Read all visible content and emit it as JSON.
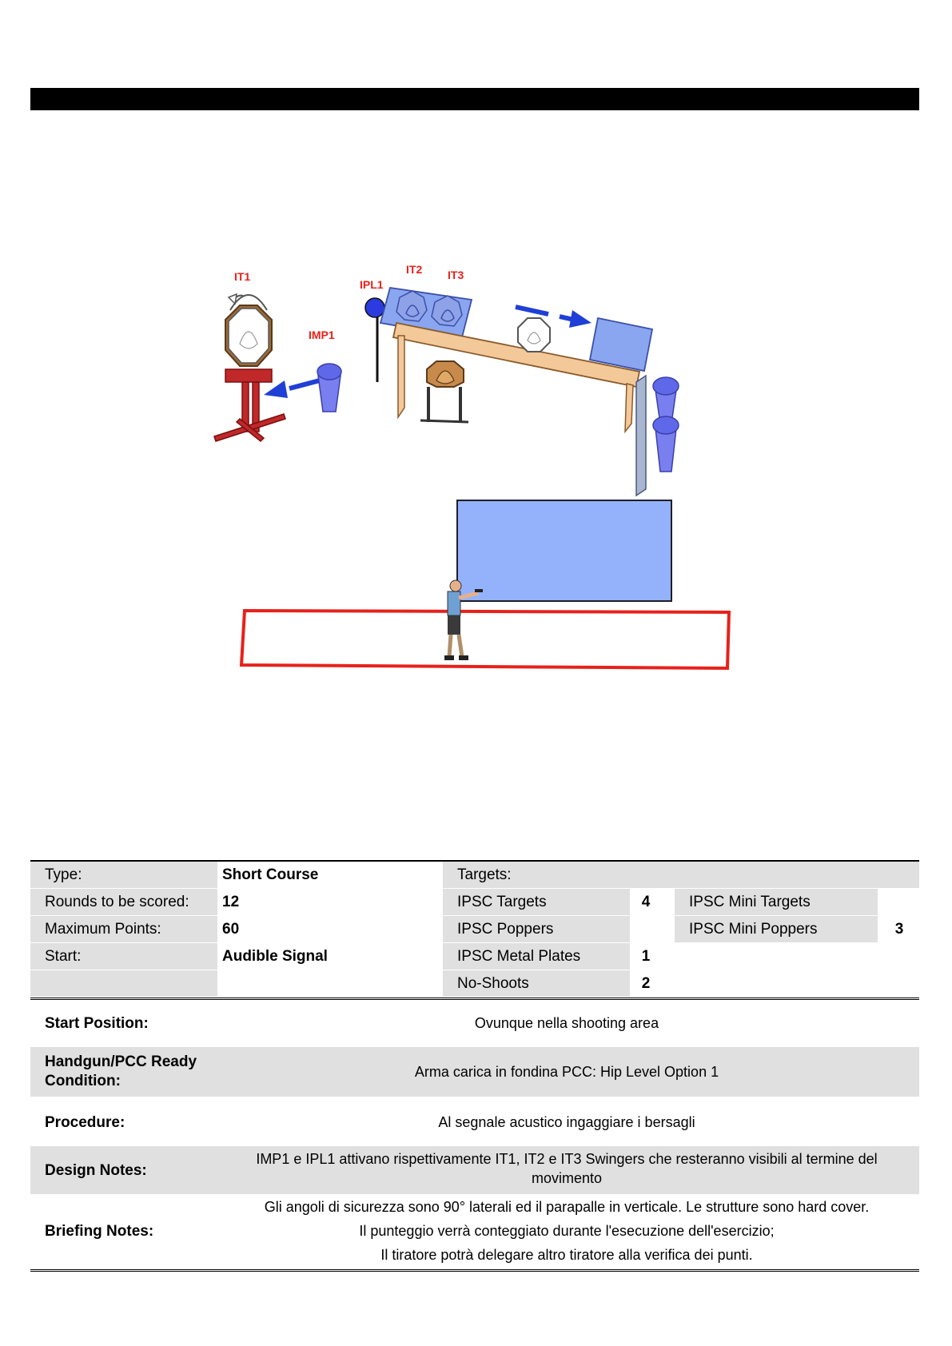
{
  "diagram": {
    "labels": {
      "it1": "IT1",
      "ipl1": "IPL1",
      "it2": "IT2",
      "it3": "IT3",
      "imp1": "IMP1"
    }
  },
  "summary": {
    "type_label": "Type:",
    "type_value": "Short Course",
    "rounds_label": "Rounds to be scored:",
    "rounds_value": "12",
    "points_label": "Maximum Points:",
    "points_value": "60",
    "start_label": "Start:",
    "start_value": "Audible Signal",
    "targets_header": "Targets:",
    "ipsc_targets_label": "IPSC Targets",
    "ipsc_targets_value": "4",
    "ipsc_poppers_label": "IPSC Poppers",
    "ipsc_metal_plates_label": "IPSC Metal Plates",
    "ipsc_metal_plates_value": "1",
    "no_shoots_label": "No-Shoots",
    "no_shoots_value": "2",
    "ipsc_mini_targets_label": "IPSC Mini Targets",
    "ipsc_mini_poppers_label": "IPSC Mini Poppers",
    "ipsc_mini_poppers_value": "3"
  },
  "details": {
    "start_position_label": "Start Position:",
    "start_position_value": "Ovunque nella shooting area",
    "ready_label_1": "Handgun/PCC Ready",
    "ready_label_2": "Condition:",
    "ready_value": "Arma carica in fondina PCC: Hip Level Option 1",
    "procedure_label": "Procedure:",
    "procedure_value": "Al segnale acustico ingaggiare i bersagli",
    "design_label": "Design Notes:",
    "design_value_1": "IMP1 e IPL1 attivano rispettivamente IT1, IT2 e IT3 Swingers che resteranno visibili al termine del",
    "design_value_2": "movimento",
    "briefing_label": "Briefing Notes:",
    "briefing_value_1": "Gli angoli di sicurezza sono 90° laterali ed il parapalle in verticale. Le strutture sono hard cover.",
    "briefing_value_2": "Il punteggio verrà conteggiato durante l'esecuzione dell'esercizio;",
    "briefing_value_3": "Il tiratore potrà delegare altro tiratore alla verifica dei punti."
  }
}
